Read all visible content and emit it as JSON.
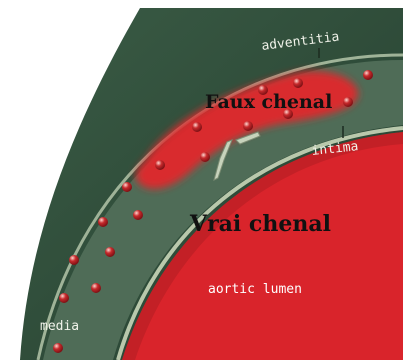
{
  "labels": {
    "adventitia": "adventitia",
    "intima": "intima",
    "media": "media",
    "false_lumen": "Faux chenal",
    "true_lumen": "Vrai chenal",
    "aortic_lumen": "aortic lumen"
  },
  "colors": {
    "outer_wall": "#2f4d3a",
    "media_layer": "#4d6a55",
    "intima_band": "#b9c8ac",
    "lumen": "#d9242b",
    "lumen_shadow": "#b01d23",
    "false_lumen": "#e0292c",
    "cell": "#b51f26",
    "cell_highlight": "#ffd6d0",
    "background": "#ffffff"
  }
}
